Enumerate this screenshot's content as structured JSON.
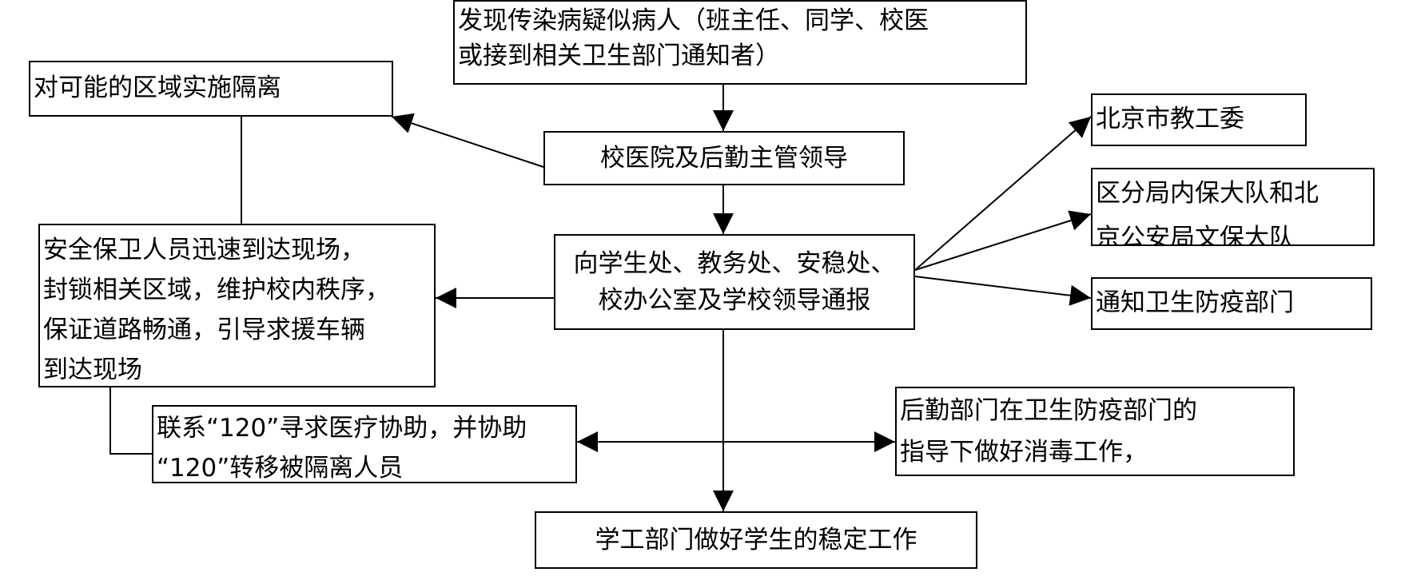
{
  "nodes": {
    "discover": {
      "lines": [
        "发现传染病疑似病人（班主任、同学、校医",
        "或接到相关卫生部门通知者）"
      ]
    },
    "isolate_area": {
      "lines": [
        "对可能的区域实施隔离"
      ]
    },
    "hospital_leader": {
      "lines": [
        "校医院及后勤主管领导"
      ]
    },
    "notify_offices": {
      "lines": [
        "向学生处、教务处、安稳处、",
        "校办公室及学校领导通报"
      ]
    },
    "security": {
      "lines": [
        "安全保卫人员迅速到达现场，",
        "封锁相关区域，维护校内秩序，",
        "保证道路畅通，引导求援车辆",
        "到达现场"
      ]
    },
    "contact_120": {
      "lines": [
        "联系“120”寻求医疗协助，并协助",
        "“120”转移被隔离人员"
      ]
    },
    "beijing_edu": {
      "lines": [
        "北京市教工委"
      ]
    },
    "police": {
      "lines": [
        "区分局内保大队和北",
        "京公安局文保大队"
      ]
    },
    "health_dept": {
      "lines": [
        "通知卫生防疫部门"
      ]
    },
    "logistics": {
      "lines": [
        "后勤部门在卫生防疫部门的",
        "指导下做好消毒工作，"
      ]
    },
    "student_work": {
      "lines": [
        "学工部门做好学生的稳定工作"
      ]
    }
  }
}
